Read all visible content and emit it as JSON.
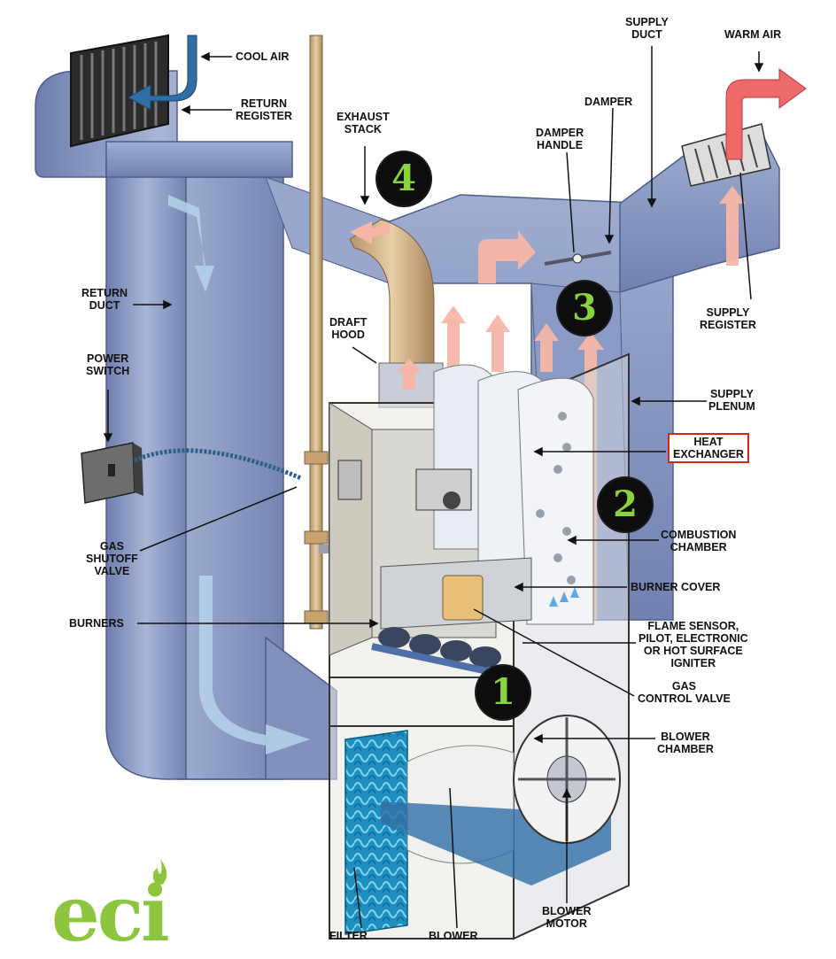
{
  "labels": {
    "cool_air": "COOL AIR",
    "return_register": "RETURN\nREGISTER",
    "exhaust_stack": "EXHAUST\nSTACK",
    "supply_duct": "SUPPLY\nDUCT",
    "warm_air": "WARM AIR",
    "damper": "DAMPER",
    "damper_handle": "DAMPER\nHANDLE",
    "return_duct": "RETURN\nDUCT",
    "draft_hood": "DRAFT\nHOOD",
    "supply_register": "SUPPLY\nREGISTER",
    "power_switch": "POWER\nSWITCH",
    "supply_plenum": "SUPPLY\nPLENUM",
    "heat_exchanger": "HEAT\nEXCHANGER",
    "gas_shutoff_valve": "GAS\nSHUTOFF\nVALVE",
    "combustion_chamber": "COMBUSTION\nCHAMBER",
    "burner_cover": "BURNER COVER",
    "burners": "BURNERS",
    "flame_sensor": "FLAME SENSOR,\nPILOT, ELECTRONIC\nOR HOT SURFACE\nIGNITER",
    "gas_control_valve": "GAS\nCONTROL VALVE",
    "blower_chamber": "BLOWER\nCHAMBER",
    "blower_motor": "BLOWER\nMOTOR",
    "filter": "FILTER",
    "blower": "BLOWER"
  },
  "steps": [
    "1",
    "2",
    "3",
    "4"
  ],
  "logo": "eci",
  "colors": {
    "duct": "#7f8fb8",
    "duct_light": "#a9b6d6",
    "warm_arrow": "#f29b8c",
    "cool_arrow": "#2f6fa6",
    "filter": "#2aa0c8",
    "step_text": "#8bd33c",
    "logo": "#8cc63f",
    "highlight": "#e41e1e"
  }
}
